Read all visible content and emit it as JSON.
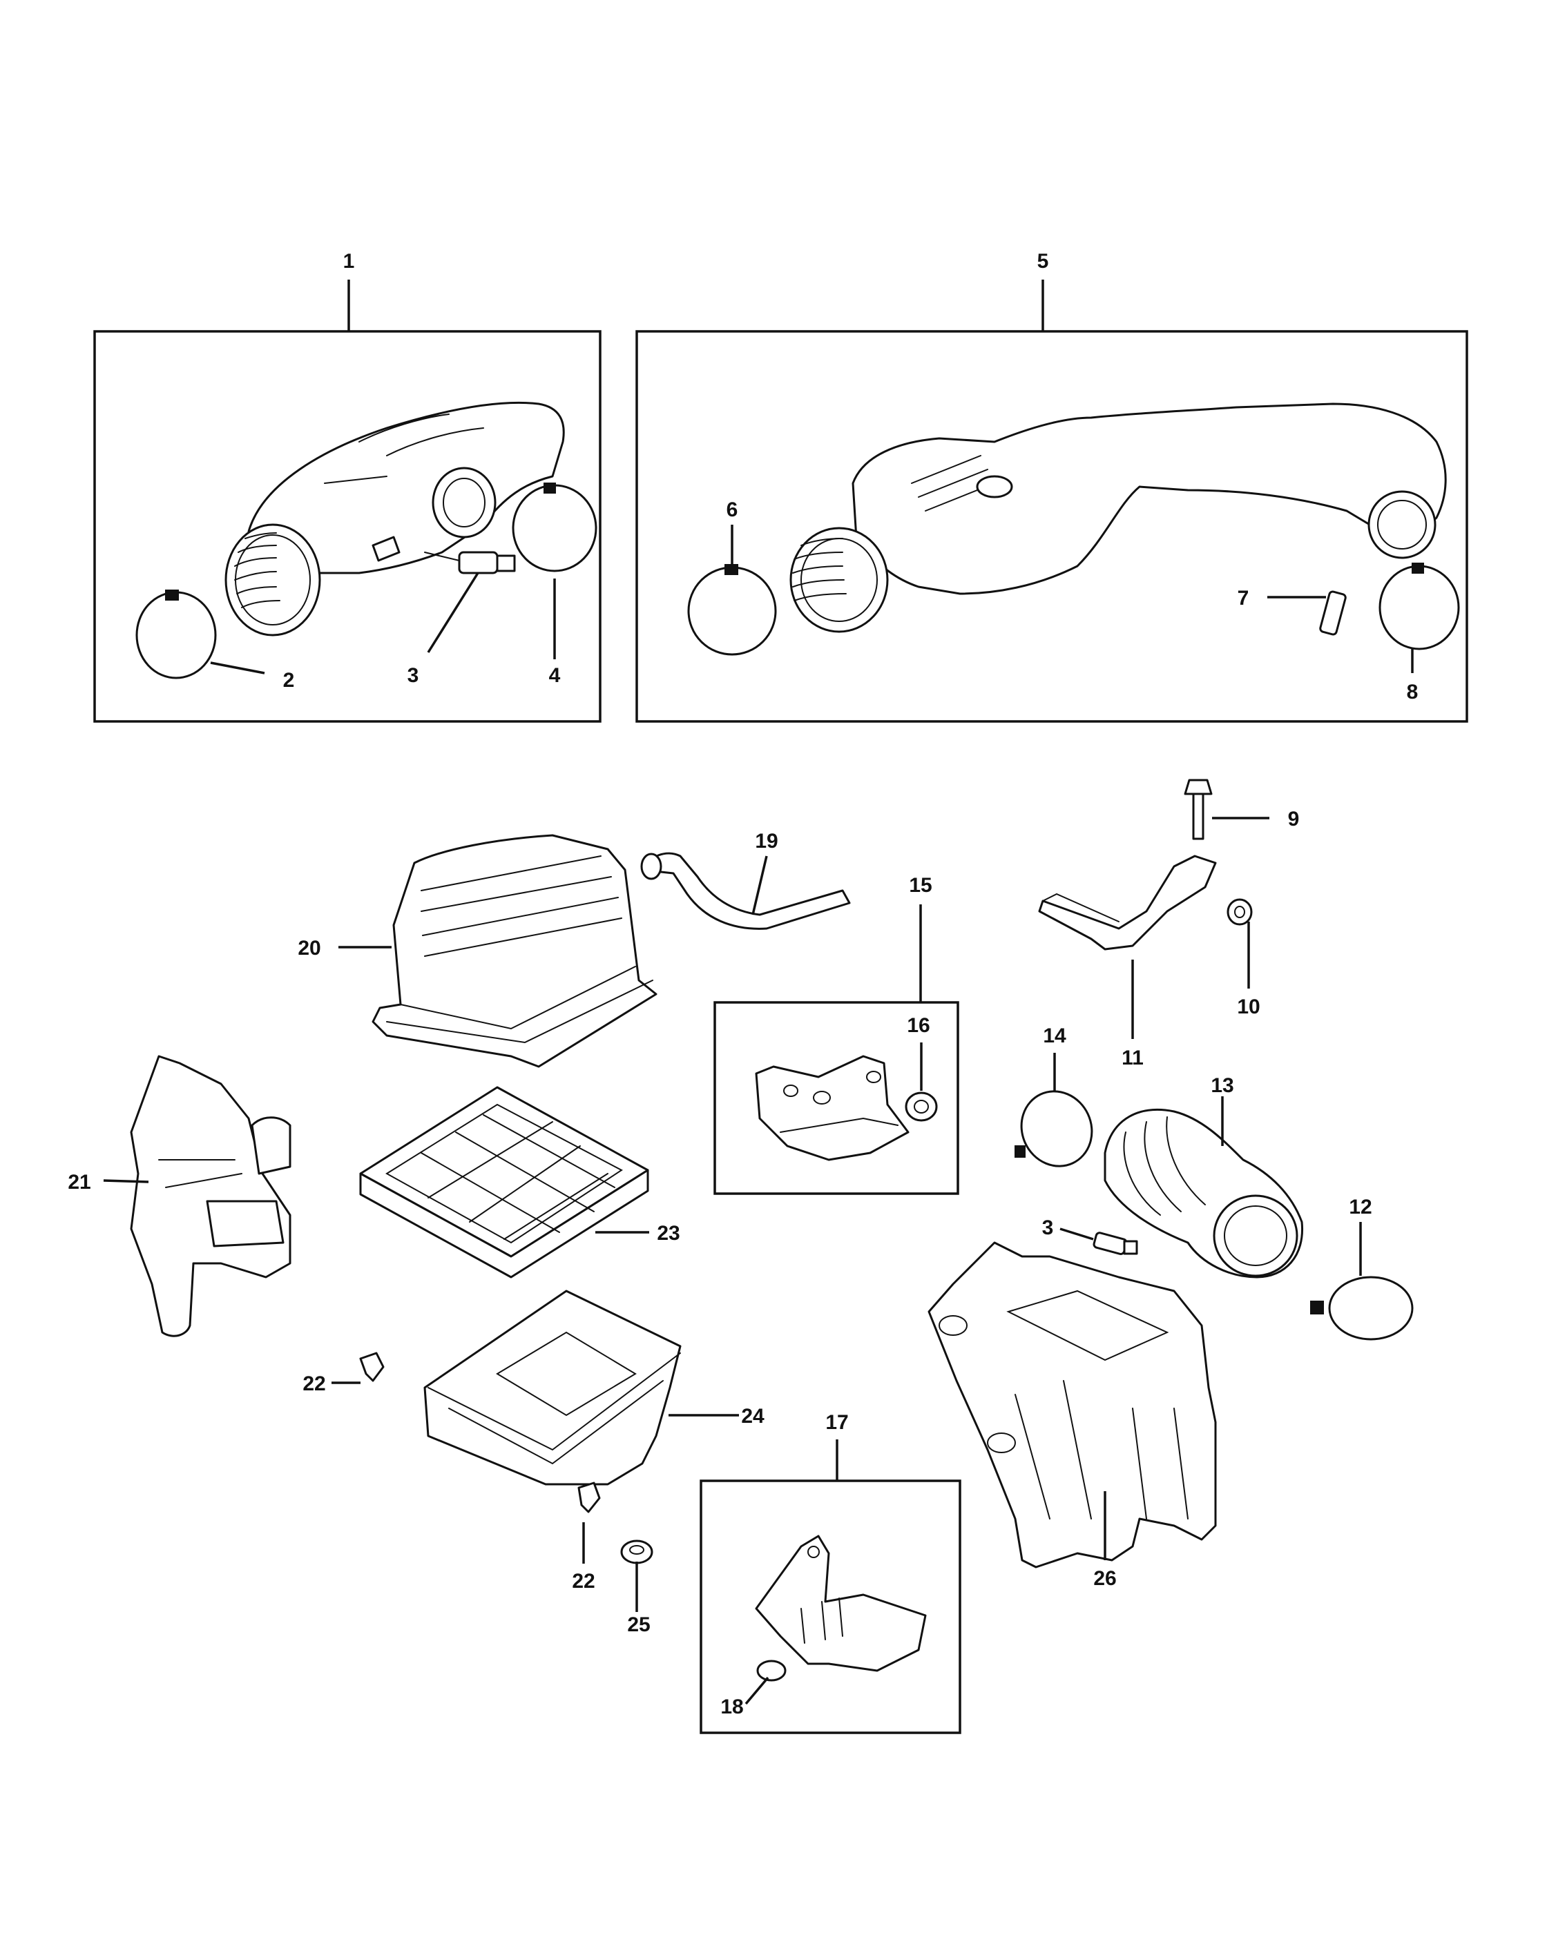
{
  "diagram": {
    "callouts": [
      {
        "id": "c1",
        "text": "1"
      },
      {
        "id": "c2",
        "text": "2"
      },
      {
        "id": "c3a",
        "text": "3"
      },
      {
        "id": "c4",
        "text": "4"
      },
      {
        "id": "c5",
        "text": "5"
      },
      {
        "id": "c6",
        "text": "6"
      },
      {
        "id": "c7",
        "text": "7"
      },
      {
        "id": "c8",
        "text": "8"
      },
      {
        "id": "c9",
        "text": "9"
      },
      {
        "id": "c10",
        "text": "10"
      },
      {
        "id": "c11",
        "text": "11"
      },
      {
        "id": "c12",
        "text": "12"
      },
      {
        "id": "c13",
        "text": "13"
      },
      {
        "id": "c14",
        "text": "14"
      },
      {
        "id": "c15",
        "text": "15"
      },
      {
        "id": "c16",
        "text": "16"
      },
      {
        "id": "c17",
        "text": "17"
      },
      {
        "id": "c18",
        "text": "18"
      },
      {
        "id": "c19",
        "text": "19"
      },
      {
        "id": "c20",
        "text": "20"
      },
      {
        "id": "c21",
        "text": "21"
      },
      {
        "id": "c22a",
        "text": "22"
      },
      {
        "id": "c22b",
        "text": "22"
      },
      {
        "id": "c23",
        "text": "23"
      },
      {
        "id": "c24",
        "text": "24"
      },
      {
        "id": "c25",
        "text": "25"
      },
      {
        "id": "c26",
        "text": "26"
      },
      {
        "id": "c3b",
        "text": "3"
      }
    ]
  }
}
